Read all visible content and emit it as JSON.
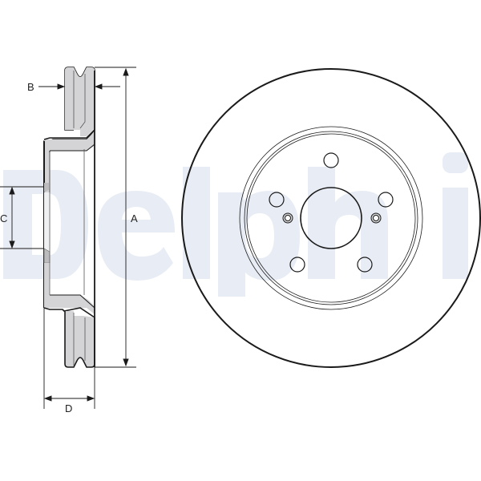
{
  "drawing": {
    "subject": "Ventilated brake disc technical drawing",
    "watermark_text": "Delphi",
    "colors": {
      "background": "#ffffff",
      "watermark": "#e8ecf4",
      "section_fill": "#d4d4d6",
      "line": "#1a1a1a"
    }
  },
  "dimensions": {
    "A": {
      "label": "A",
      "meaning": "outer diameter"
    },
    "B": {
      "label": "B",
      "meaning": "disc thickness"
    },
    "C": {
      "label": "C",
      "meaning": "centre bore diameter"
    },
    "D": {
      "label": "D",
      "meaning": "overall height"
    }
  },
  "front_view": {
    "bolt_holes": 5,
    "locating_holes": 2
  }
}
